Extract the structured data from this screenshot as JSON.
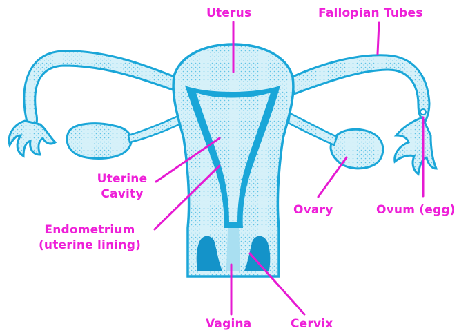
{
  "colors": {
    "organ_fill": "#c9ecf6",
    "organ_outline": "#1aa6d8",
    "organ_dark": "#0f8fc4",
    "label_color": "#ee1fd8",
    "leader_line": "#e61ad2"
  },
  "labels": {
    "uterus": "Uterus",
    "fallopian_tubes": "Fallopian Tubes",
    "uterine_cavity_l1": "Uterine",
    "uterine_cavity_l2": "Cavity",
    "endometrium_l1": "Endometrium",
    "endometrium_l2": "(uterine lining)",
    "ovary": "Ovary",
    "ovum": "Ovum (egg)",
    "vagina": "Vagina",
    "cervix": "Cervix"
  }
}
